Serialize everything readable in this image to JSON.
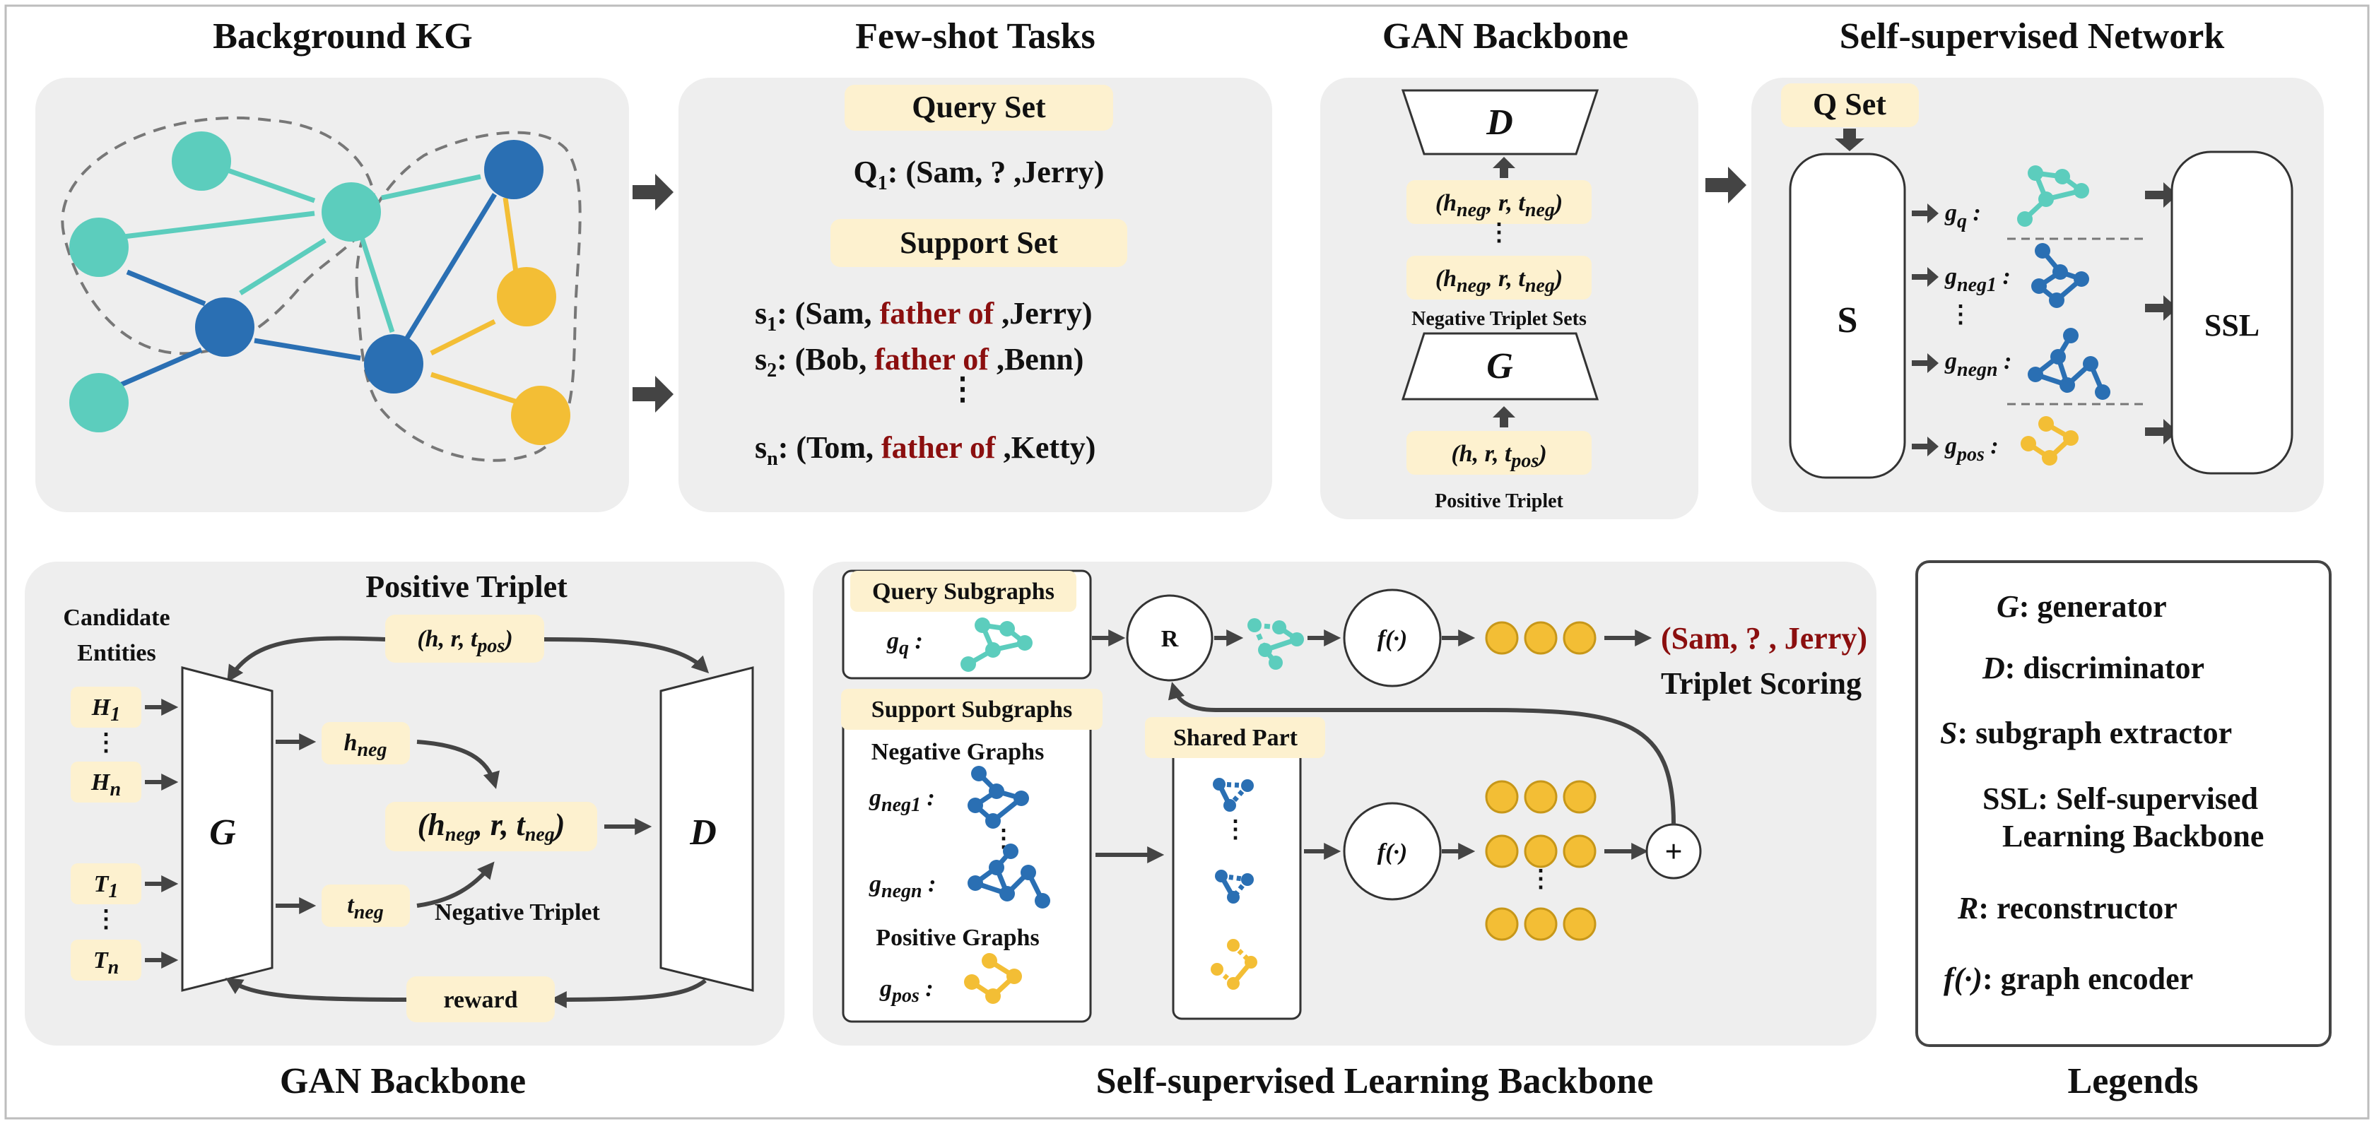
{
  "top_titles": {
    "kg": "Background KG",
    "fewshot": "Few-shot Tasks",
    "gan": "GAN Backbone",
    "selfsup": "Self-supervised Network"
  },
  "fewshot": {
    "query_set_label": "Query Set",
    "q1_subscript": "1",
    "q1_rest": ": (Sam, ? ,Jerry)",
    "support_set_label": "Support Set",
    "rows": [
      {
        "s": "s",
        "sub": "1",
        "pre": ": (Sam, ",
        "rel": "father of",
        "post": " ,Jerry)"
      },
      {
        "s": "s",
        "sub": "2",
        "pre": ": (Bob, ",
        "rel": "father of",
        "post": " ,Benn)"
      },
      {
        "s": "s",
        "sub": "n",
        "pre": ": (Tom, ",
        "rel": "father of",
        "post": " ,Ketty)"
      }
    ]
  },
  "gan_top": {
    "d_label": "D",
    "g_label": "G",
    "neg_sets_caption": "Negative Triplet Sets",
    "pos_caption": "Positive Triplet"
  },
  "ssn": {
    "q_set_label": "Q Set",
    "s_label": "S",
    "ssl_label": "SSL",
    "g_q": "q",
    "g_neg1": "neg1",
    "g_negn": "negn",
    "g_pos": "pos"
  },
  "gan_bottom": {
    "pos_triplet_label": "Positive Triplet",
    "candidate_label_1": "Candidate",
    "candidate_label_2": "Entities",
    "g_label": "G",
    "d_label": "D",
    "neg_triplet_label": "Negative Triplet",
    "reward_label": "reward",
    "title": "GAN Backbone"
  },
  "ssl_bottom": {
    "query_subgraphs": "Query Subgraphs",
    "support_subgraphs": "Support Subgraphs",
    "negative_graphs": "Negative Graphs",
    "positive_graphs": "Positive Graphs",
    "shared_part": "Shared Part",
    "r_label": "R",
    "f_label": "f(·)",
    "plus_label": "+",
    "result": "(Sam, ? , Jerry)",
    "triplet_scoring": "Triplet Scoring",
    "title": "Self-supervised Learning Backbone"
  },
  "legend": {
    "title": "Legends",
    "items": [
      {
        "sym": "G",
        "desc": ": generator"
      },
      {
        "sym": "D",
        "desc": ": discriminator"
      },
      {
        "sym": "S",
        "desc": ": subgraph extractor"
      },
      {
        "sym": "",
        "desc": "SSL: Self-supervised"
      },
      {
        "sym": "",
        "desc": "Learning Backbone"
      },
      {
        "sym": "R",
        "desc": ": reconstructor"
      },
      {
        "sym": "f(·)",
        "desc": ": graph encoder"
      }
    ]
  },
  "colors": {
    "teal": "#5ccdbd",
    "blue": "#2a6fb3",
    "yellow": "#f3be35",
    "relation_red": "#8b0f0f",
    "panel_grey": "#eeeeee",
    "pill_cream": "#fdf1cf"
  }
}
